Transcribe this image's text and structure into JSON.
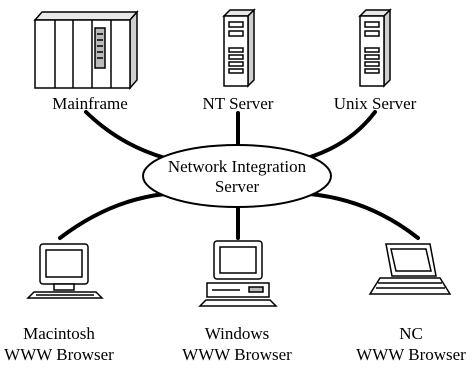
{
  "hub": {
    "line1": "Network Integration",
    "line2": "Server"
  },
  "servers": [
    {
      "label": "Mainframe",
      "icon": "mainframe-icon"
    },
    {
      "label": "NT Server",
      "icon": "server-tower-icon"
    },
    {
      "label": "Unix Server",
      "icon": "server-tower-icon"
    }
  ],
  "clients": [
    {
      "line1": "Macintosh",
      "line2": "WWW Browser",
      "icon": "desktop-computer-icon"
    },
    {
      "line1": "Windows",
      "line2": "WWW Browser",
      "icon": "desktop-computer-icon"
    },
    {
      "line1": "NC",
      "line2": "WWW Browser",
      "icon": "laptop-computer-icon"
    }
  ]
}
